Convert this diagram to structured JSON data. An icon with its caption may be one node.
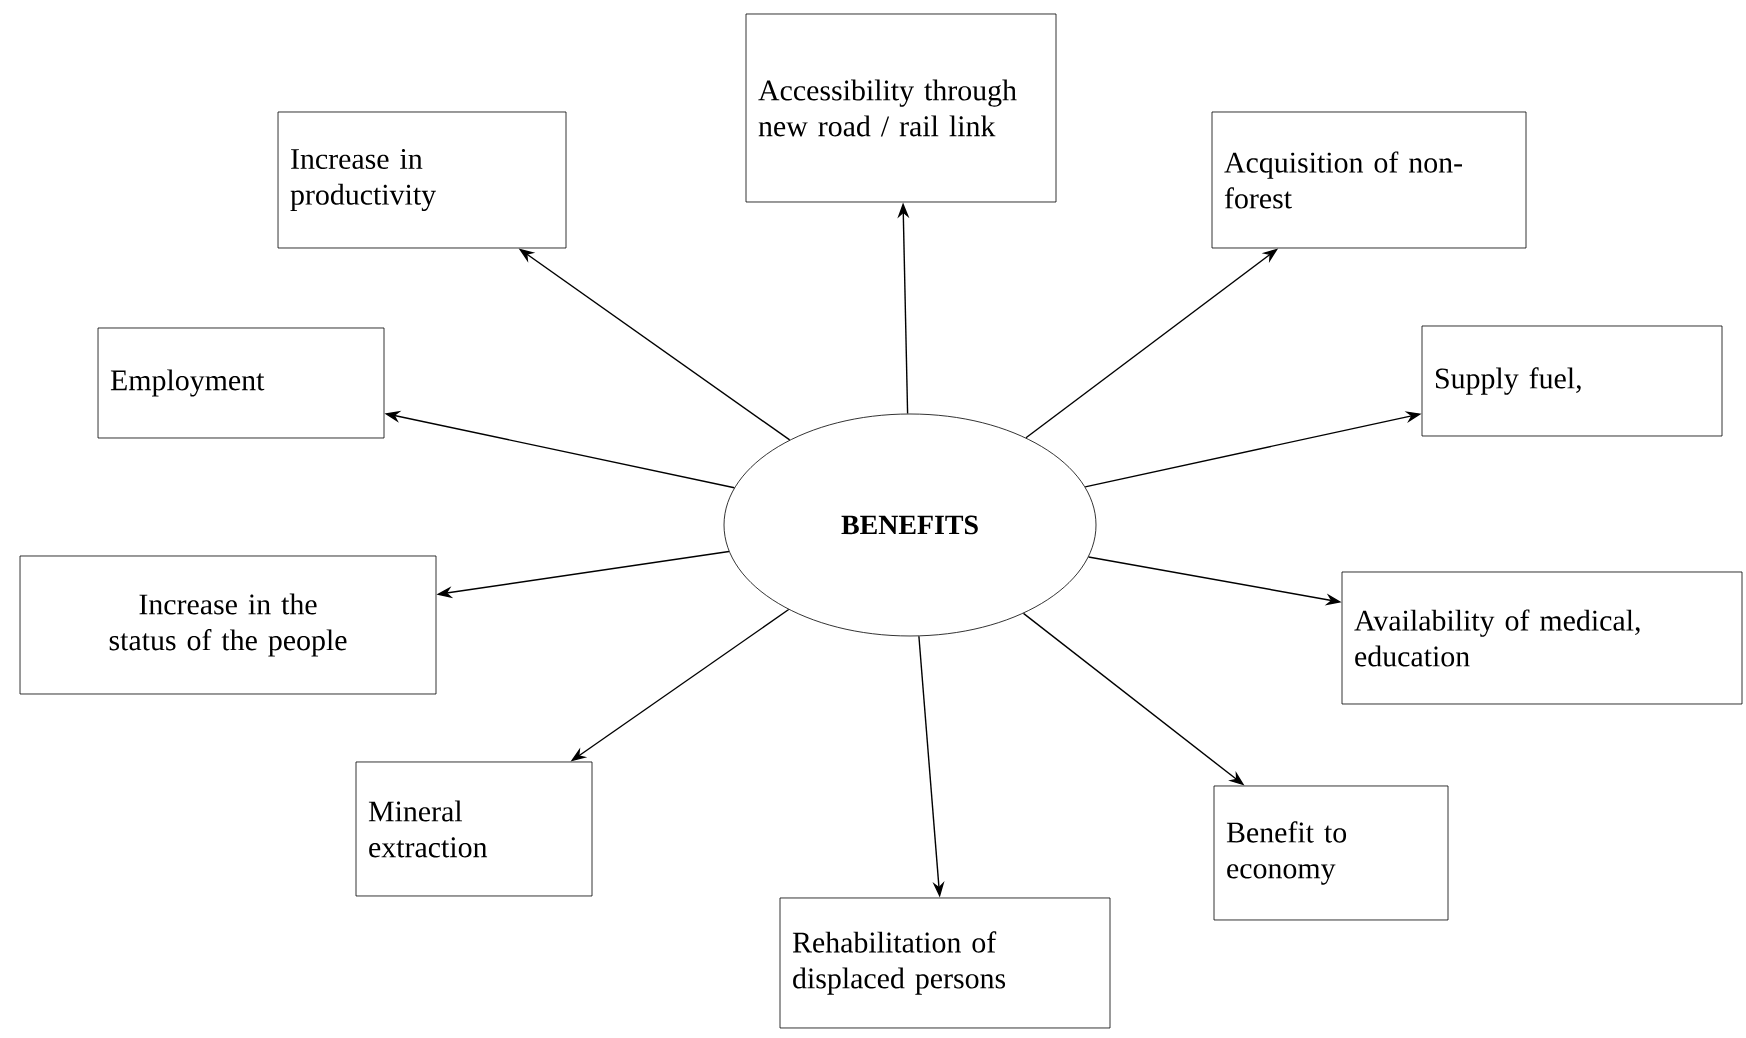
{
  "diagram": {
    "nodes": [
      {
        "text": [
          "BENEFITS"
        ]
      },
      {
        "text": [
          "Accessibility through new road / rail link"
        ]
      },
      {
        "text": [
          "Increase in productivity"
        ]
      },
      {
        "text": [
          "Acquisition of non-forest"
        ]
      },
      {
        "text": [
          "Employment"
        ]
      },
      {
        "text": [
          "Supply fuel,"
        ]
      },
      {
        "text": [
          "Increase in the status of the people"
        ]
      },
      {
        "text": [
          "Availability of medical, education"
        ]
      },
      {
        "text": [
          "Mineral extraction"
        ]
      },
      {
        "text": [
          "Rehabilitation of displaced persons"
        ]
      },
      {
        "text": [
          "Benefit to economy"
        ]
      }
    ],
    "edges": [
      {
        "from": 0,
        "to": 1,
        "arrow": "to"
      },
      {
        "from": 0,
        "to": 2,
        "arrow": "to"
      },
      {
        "from": 0,
        "to": 3,
        "arrow": "to"
      },
      {
        "from": 0,
        "to": 4,
        "arrow": "to"
      },
      {
        "from": 0,
        "to": 5,
        "arrow": "to"
      },
      {
        "from": 0,
        "to": 6,
        "arrow": "to"
      },
      {
        "from": 0,
        "to": 7,
        "arrow": "to"
      },
      {
        "from": 0,
        "to": 8,
        "arrow": "to"
      },
      {
        "from": 0,
        "to": 9,
        "arrow": "to"
      },
      {
        "from": 0,
        "to": 10,
        "arrow": "to"
      }
    ]
  }
}
